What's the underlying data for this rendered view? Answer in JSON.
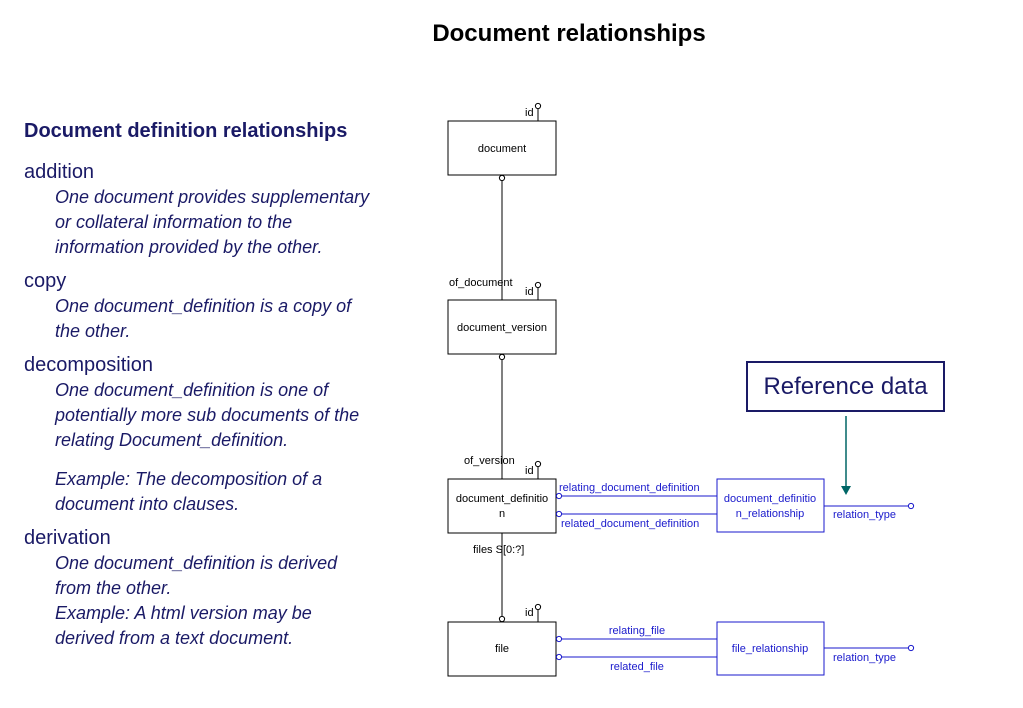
{
  "title": "Document relationships",
  "left": {
    "heading": "Document definition relationships",
    "items": [
      {
        "term": "addition",
        "desc": [
          "One document provides supplementary",
          "or collateral information to the",
          "information provided by the other."
        ]
      },
      {
        "term": "copy",
        "desc": [
          "One document_definition is a copy of",
          "the other."
        ]
      },
      {
        "term": "decomposition",
        "desc": [
          "One document_definition is one of",
          "potentially more sub documents of the",
          "relating Document_definition."
        ],
        "example": [
          "Example: The decomposition of a",
          "document into clauses."
        ]
      },
      {
        "term": "derivation",
        "desc": [
          "One document_definition is derived",
          "from the other.",
          "Example: A html version may be",
          "derived from a text document."
        ]
      }
    ]
  },
  "diagram": {
    "entities": {
      "document": "document",
      "document_version": "document_version",
      "document_definition": [
        "document_definitio",
        "n"
      ],
      "file": "file",
      "dd_relationship": [
        "document_definitio",
        "n_relationship"
      ],
      "file_relationship": "file_relationship"
    },
    "labels": {
      "id": "id",
      "of_document": "of_document",
      "of_version": "of_version",
      "files": "files S[0:?]",
      "relating_document_definition": "relating_document_definition",
      "related_document_definition": "related_document_definition",
      "relating_file": "relating_file",
      "related_file": "related_file",
      "relation_type": "relation_type"
    },
    "colors": {
      "black": "#000000",
      "blue": "#1a1acc",
      "navy": "#1a1a66",
      "arrow": "#006666"
    }
  },
  "reference_box": "Reference data"
}
